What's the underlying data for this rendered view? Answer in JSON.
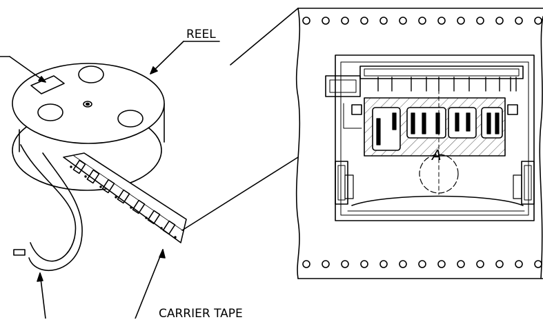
{
  "labels": {
    "reel": "REEL",
    "carrier_tape": "CARRIER TAPE",
    "detail_marker": "A"
  },
  "colors": {
    "line": "#000000",
    "background": "#ffffff"
  }
}
